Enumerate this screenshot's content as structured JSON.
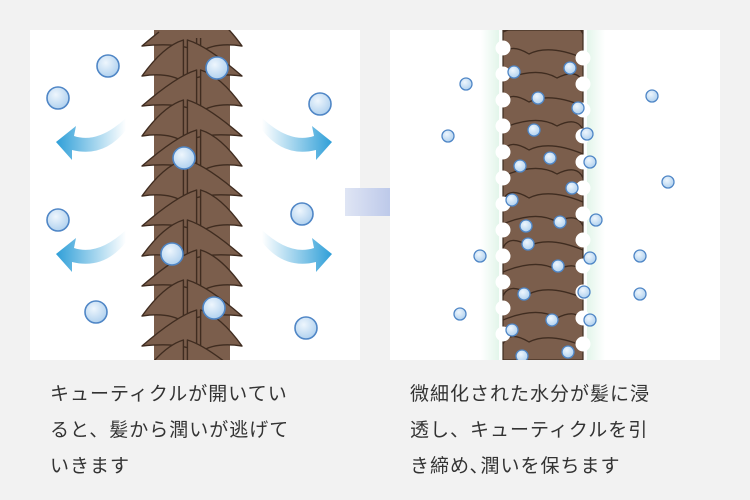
{
  "captions": {
    "left": "キューティクルが開いてい\nると、髪から潤いが逃げて\nいきます",
    "right": "微細化された水分が髪に浸\n透し、キューティクルを引\nき締め､潤いを保ちます"
  },
  "colors": {
    "background": "#f2f2f2",
    "panel": "#ffffff",
    "hair_shaft": "#7b5e4c",
    "hair_outline": "#3f2c20",
    "droplet_fill": "#c3ddf4",
    "droplet_stroke": "#4f86c6",
    "escape_arrow": "#2f9fd8",
    "middle_arrow": "#a9b9e0",
    "coating_glow": "#5fc789"
  },
  "icons": {
    "left_panel": [
      "hair-strand-open-cuticle-icon",
      "moisture-droplet-icon",
      "moisture-escape-arrow-icon"
    ],
    "middle": "transition-arrow-icon",
    "right_panel": [
      "hair-strand-sealed-cuticle-icon",
      "fine-moisture-droplet-icon",
      "moisture-coating-glow"
    ]
  }
}
